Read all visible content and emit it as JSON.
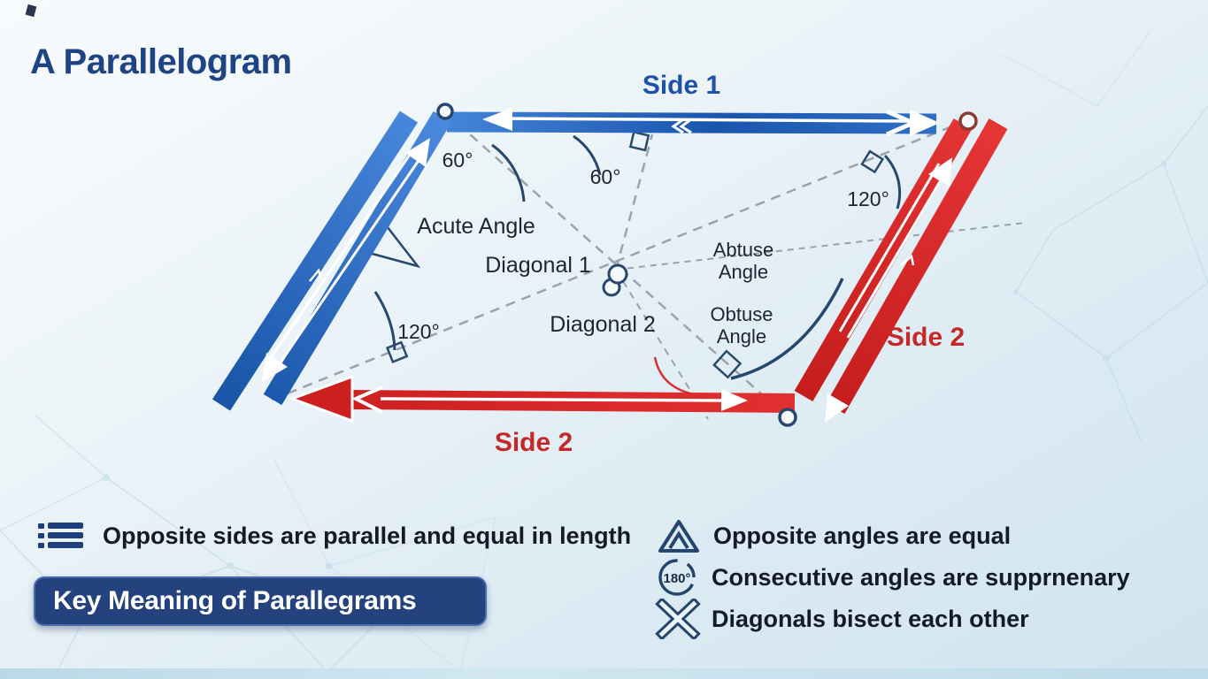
{
  "title": "A Parallelogram",
  "diagram": {
    "side1_label": "Side 1",
    "side2_right_label": "Side 2",
    "side2_bottom_label": "Side 2",
    "angle_top_left": "60°",
    "angle_top_mid": "60°",
    "angle_top_right": "120°",
    "angle_bottom_left": "120°",
    "acute_label": "Acute Angle",
    "diagonal1_label": "Diagonal 1",
    "diagonal2_label": "Diagonal 2",
    "abtuse_label": "Abtuse\nAngle",
    "obtuse_label": "Obtuse\nAngle"
  },
  "legend": {
    "items": [
      {
        "icon": "list-icon",
        "text": "Opposite sides are parallel and equal in length"
      },
      {
        "icon": "triangle-icon",
        "text": "Opposite angles are equal"
      },
      {
        "icon": "angle-180-icon",
        "icon_text": "180°",
        "text": "Consecutive angles are supprnenary"
      },
      {
        "icon": "cross-icon",
        "text": "Diagonals bisect each other"
      }
    ]
  },
  "footer": {
    "key_box_label": "Key Meaning of Parallegrams"
  },
  "colors": {
    "title_blue": "#1e4486",
    "side_blue": "#1d52a8",
    "side_red": "#c62828",
    "navy_marks": "#26476f",
    "dash_gray": "#9aa2aa",
    "key_box_bg": "#24437e"
  }
}
